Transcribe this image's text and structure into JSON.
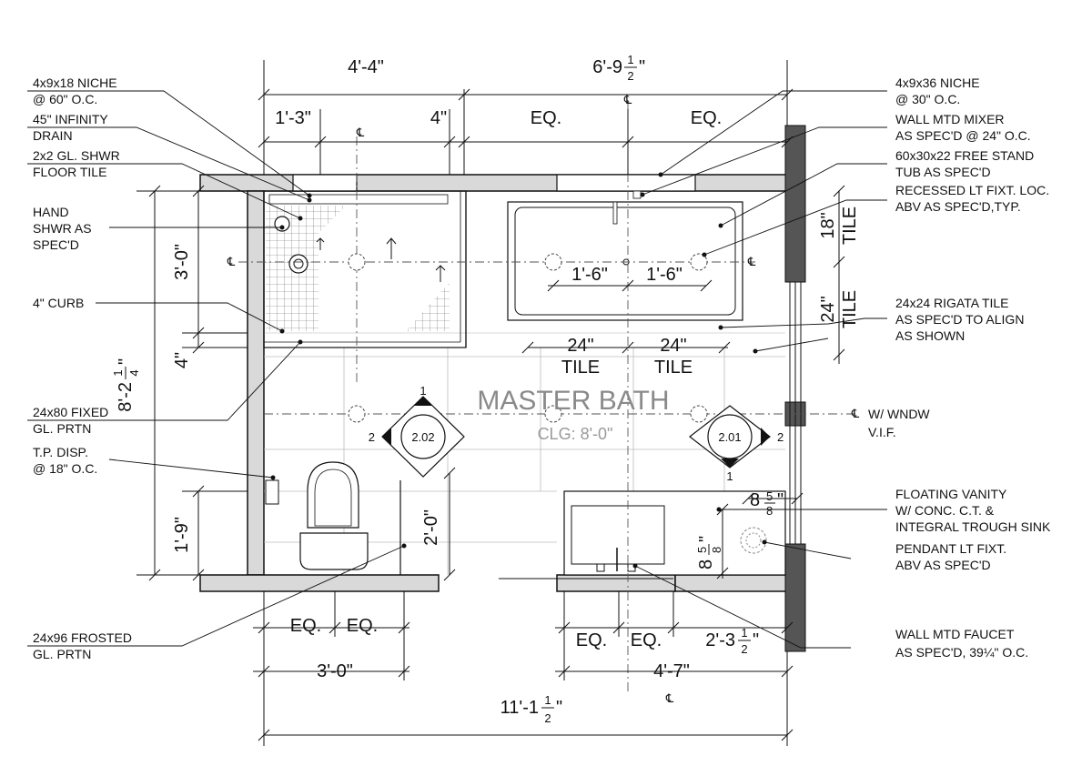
{
  "room": {
    "name": "MASTER BATH",
    "ceiling": "CLG: 8'-0\""
  },
  "labels_left": [
    {
      "lines": [
        "4x9x18 NICHE",
        "@ 60\" O.C."
      ]
    },
    {
      "lines": [
        "45\" INFINITY",
        "DRAIN"
      ]
    },
    {
      "lines": [
        "2x2 GL. SHWR",
        "FLOOR TILE"
      ]
    },
    {
      "lines": [
        "HAND",
        "SHWR AS",
        "SPEC'D"
      ]
    },
    {
      "lines": [
        "4\" CURB"
      ]
    },
    {
      "lines": [
        "24x80 FIXED",
        "GL. PRTN"
      ]
    },
    {
      "lines": [
        "T.P. DISP.",
        "@ 18\" O.C."
      ]
    },
    {
      "lines": [
        "24x96 FROSTED",
        "GL. PRTN"
      ]
    }
  ],
  "labels_right": [
    {
      "lines": [
        "4x9x36 NICHE",
        "@ 30\" O.C."
      ]
    },
    {
      "lines": [
        "WALL MTD MIXER",
        "AS SPEC'D @ 24\" O.C."
      ]
    },
    {
      "lines": [
        "60x30x22 FREE STAND",
        "TUB AS SPEC'D"
      ]
    },
    {
      "lines": [
        "RECESSED LT FIXT. LOC.",
        "ABV AS SPEC'D,TYP."
      ]
    },
    {
      "lines": [
        "24x24 RIGATA TILE",
        "AS SPEC'D TO ALIGN",
        "AS SHOWN"
      ]
    },
    {
      "lines": [
        "W/ WNDW",
        "V.I.F."
      ]
    },
    {
      "lines": [
        "FLOATING VANITY",
        "W/ CONC. C.T. &",
        "INTEGRAL TROUGH SINK"
      ]
    },
    {
      "lines": [
        "PENDANT LT FIXT.",
        "ABV AS SPEC'D"
      ]
    },
    {
      "lines": [
        "WALL MTD FAUCET",
        "AS SPEC'D, 39¼\" O.C."
      ]
    }
  ],
  "dimensions_top": {
    "left_overall": "4'-4\"",
    "right_overall": {
      "whole": "6'-9",
      "num": "1",
      "den": "2",
      "suffix": "\""
    },
    "shower_offset": "1'-3\"",
    "gap": "4\"",
    "eq_1": "EQ.",
    "eq_2": "EQ."
  },
  "dimensions_left": {
    "overall": {
      "whole": "8'-2",
      "num": "1",
      "den": "4",
      "suffix": "\""
    },
    "upper": "3'-0\"",
    "curb": "4\"",
    "lower": "1'-9\""
  },
  "dimensions_inner": {
    "tub_left": "1'-6\"",
    "tub_right": "1'-6\"",
    "tile_left": [
      "24\"",
      "TILE"
    ],
    "tile_right": [
      "24\"",
      "TILE"
    ],
    "tile_right_v1": [
      "18\"",
      "TILE"
    ],
    "tile_right_v2": [
      "24\"",
      "TILE"
    ],
    "wc_depth": "2'-0\"",
    "pendant_a": {
      "whole": "8",
      "num": "5",
      "den": "8",
      "suffix": "\""
    },
    "pendant_b": {
      "whole": "8",
      "num": "5",
      "den": "8",
      "suffix": "\""
    }
  },
  "dimensions_bottom": {
    "wc_eq_1": "EQ.",
    "wc_eq_2": "EQ.",
    "wc_width": "3'-0\"",
    "van_eq_1": "EQ.",
    "van_eq_2": "EQ.",
    "van_side": {
      "whole": "2'-3",
      "num": "1",
      "den": "2",
      "suffix": "\""
    },
    "van_width": "4'-7\"",
    "overall": {
      "whole": "11'-1",
      "num": "1",
      "den": "2",
      "suffix": "\""
    }
  },
  "elevation_tags": [
    {
      "number": "2.02",
      "top": "1",
      "left": "2"
    },
    {
      "number": "2.01",
      "bottom": "1",
      "right": "2"
    }
  ],
  "centerline_symbol": "℄"
}
